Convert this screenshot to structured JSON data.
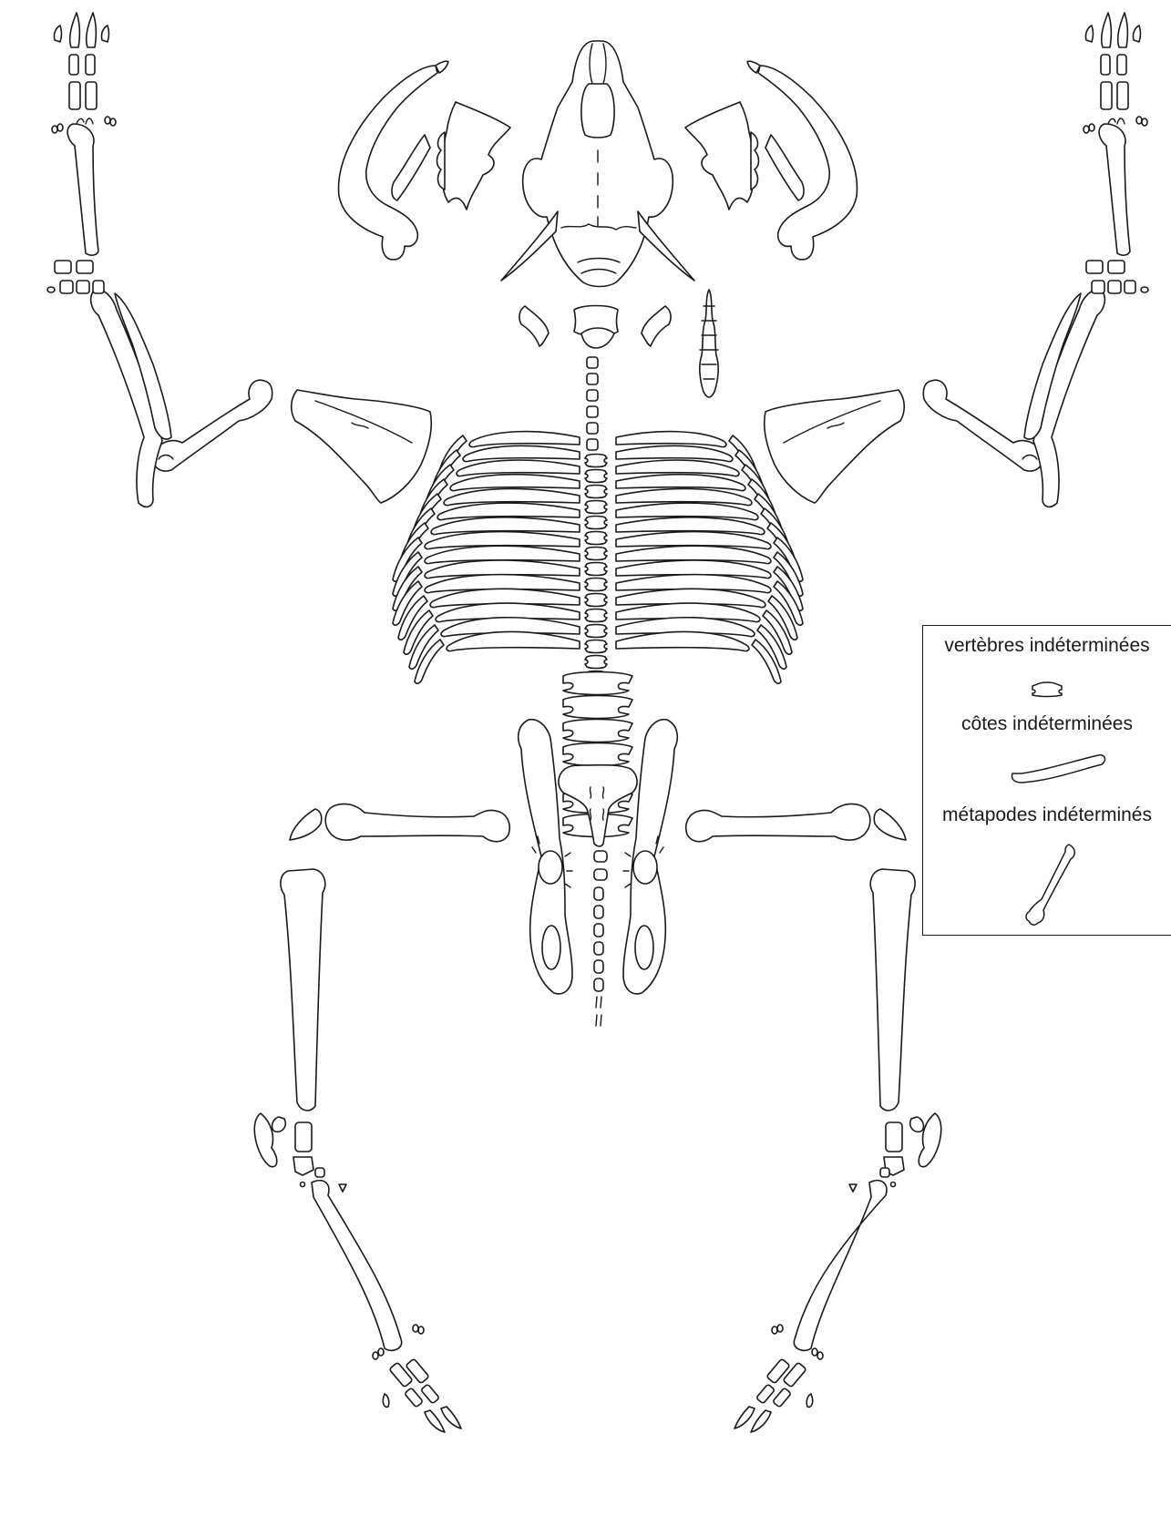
{
  "legend": {
    "vertebrae_label": "vertèbres indéterminées",
    "ribs_label": "côtes indéterminées",
    "metapodials_label": "métapodes indéterminés"
  },
  "style": {
    "stroke_color": "#1a1a1a",
    "background": "#ffffff"
  }
}
